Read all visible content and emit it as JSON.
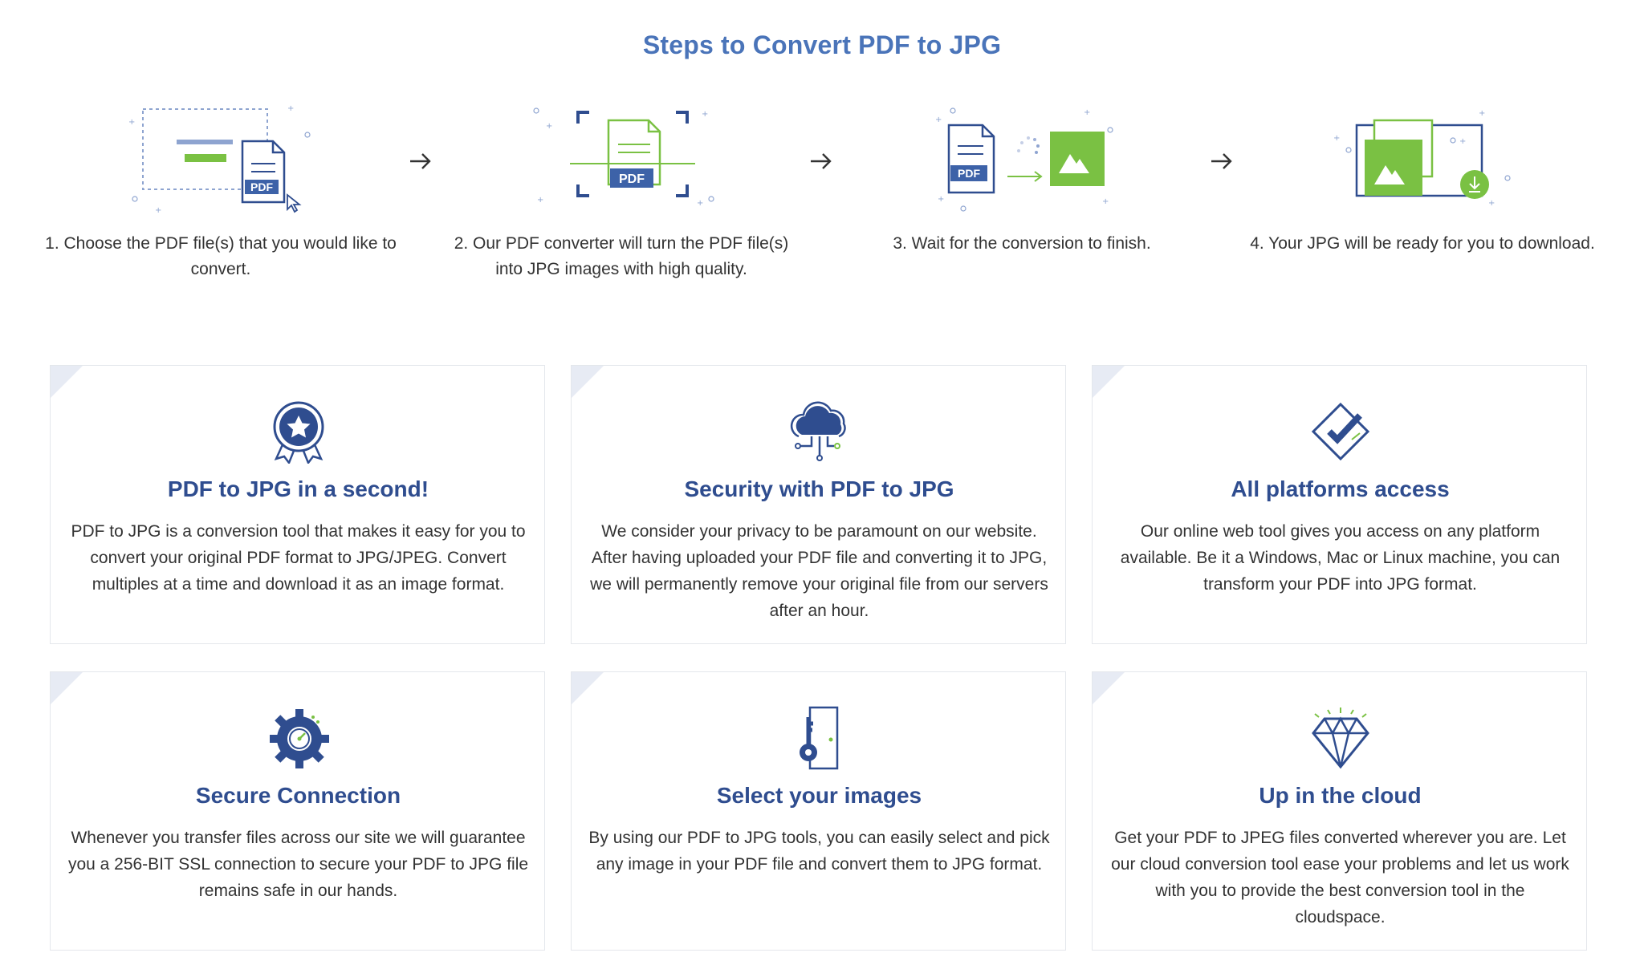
{
  "header": {
    "title": "Steps to Convert PDF to JPG"
  },
  "steps": [
    {
      "text": "1. Choose the PDF file(s) that you would like to convert.",
      "icon": "pdf-select-icon"
    },
    {
      "text": "2. Our PDF converter will turn the PDF file(s) into JPG images with high quality.",
      "icon": "pdf-scan-icon"
    },
    {
      "text": "3. Wait for the conversion to finish.",
      "icon": "pdf-convert-icon"
    },
    {
      "text": "4. Your JPG will be ready for you to download.",
      "icon": "jpg-download-icon"
    }
  ],
  "step_pdf_label": "PDF",
  "features": [
    {
      "title": "PDF to JPG in a second!",
      "text": "PDF to JPG is a conversion tool that makes it easy for you to convert your original PDF format to JPG/JPEG. Convert multiples at a time and download it as an image format.",
      "icon": "award-badge-icon"
    },
    {
      "title": "Security with PDF to JPG",
      "text": "We consider your privacy to be paramount on our website. After having uploaded your PDF file and converting it to JPG, we will permanently remove your original file from our servers after an hour.",
      "icon": "cloud-network-icon"
    },
    {
      "title": "All platforms access",
      "text": "Our online web tool gives you access on any platform available. Be it a Windows, Mac or Linux machine, you can transform your PDF into JPG format.",
      "icon": "checkmark-diamond-icon"
    },
    {
      "title": "Secure Connection",
      "text": "Whenever you transfer files across our site we will guarantee you a 256-BIT SSL connection to secure your PDF to JPG file remains safe in our hands.",
      "icon": "gear-timer-icon"
    },
    {
      "title": "Select your images",
      "text": "By using our PDF to JPG tools, you can easily select and pick any image in your PDF file and convert them to JPG format.",
      "icon": "key-door-icon"
    },
    {
      "title": "Up in the cloud",
      "text": "Get your PDF to JPEG files converted wherever you are. Let our cloud conversion tool ease your problems and let us work with you to provide the best conversion tool in the cloudspace.",
      "icon": "diamond-icon"
    }
  ],
  "colors": {
    "accent_blue": "#4a74b9",
    "dark_blue": "#2f4d8f",
    "green": "#7ac143"
  }
}
